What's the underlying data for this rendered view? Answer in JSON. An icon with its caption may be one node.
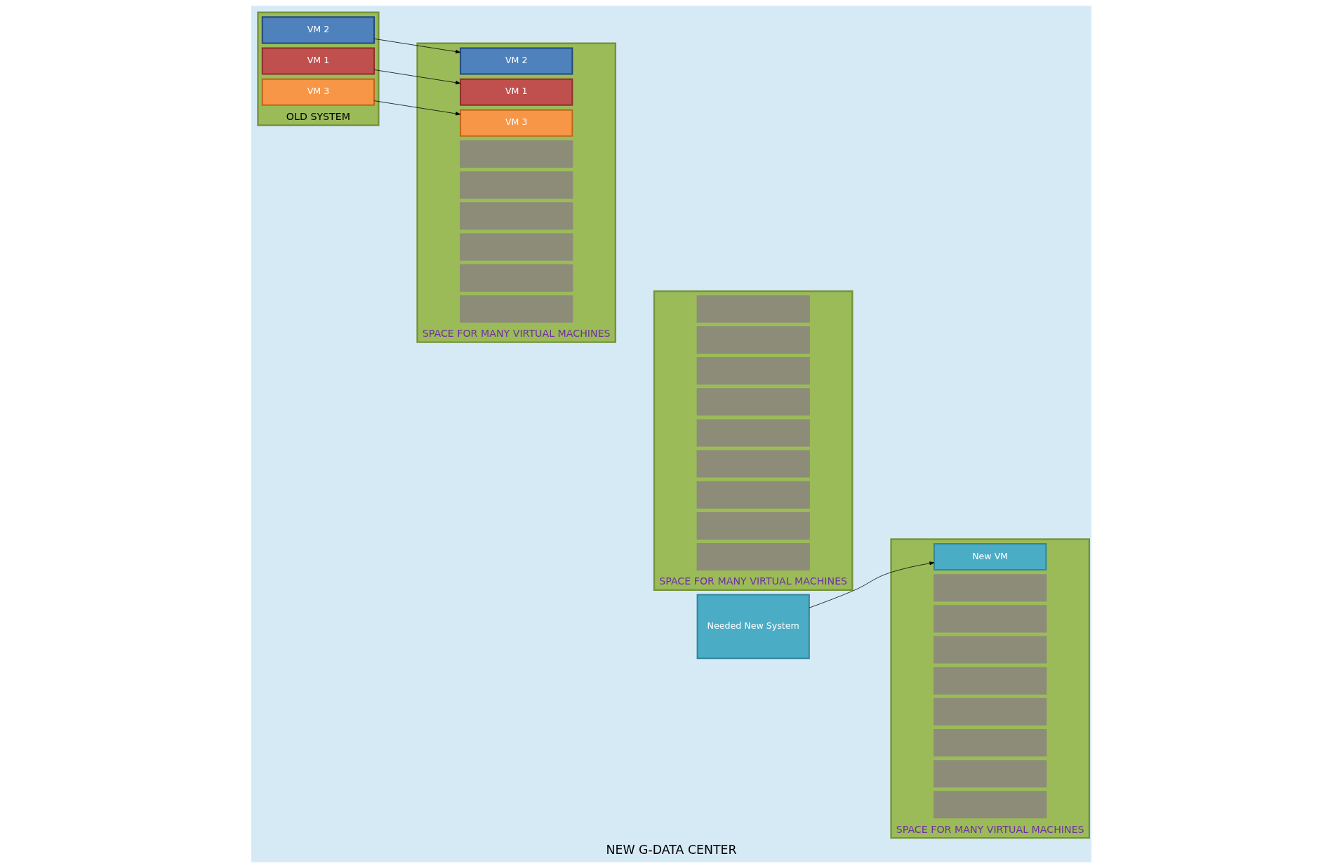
{
  "diagram": {
    "caption": "NEW G-DATA CENTER",
    "nodes": [
      {
        "text": [
          "OLD SYSTEM"
        ]
      },
      {
        "text": [
          "VM 1"
        ],
        "in": 0
      },
      {
        "text": [
          "VM 2"
        ],
        "in": 0
      },
      {
        "text": [
          "VM 3"
        ],
        "in": 0
      },
      {
        "text": [
          "Needed New System"
        ]
      },
      {
        "text": [
          "SPACE FOR MANY VIRTUAL MACHINES"
        ]
      },
      {
        "text": [
          "VM 1"
        ],
        "in": 5
      },
      {
        "text": [
          "VM 2"
        ],
        "in": 5
      },
      {
        "text": [
          "VM 3"
        ],
        "in": 5
      },
      {
        "text": [],
        "shape": "box",
        "in": 5
      },
      {
        "text": [],
        "shape": "box",
        "in": 5
      },
      {
        "text": [],
        "shape": "box",
        "in": 5
      },
      {
        "text": [],
        "shape": "box",
        "in": 5
      },
      {
        "text": [],
        "shape": "box",
        "in": 5
      },
      {
        "text": [],
        "shape": "box",
        "in": 5
      },
      {
        "text": [
          "SPACE FOR MANY VIRTUAL MACHINES"
        ]
      },
      {
        "text": [],
        "shape": "box",
        "in": 15
      },
      {
        "text": [],
        "shape": "box",
        "in": 15
      },
      {
        "text": [],
        "shape": "box",
        "in": 15
      },
      {
        "text": [],
        "shape": "box",
        "in": 15
      },
      {
        "text": [],
        "shape": "box",
        "in": 15
      },
      {
        "text": [],
        "shape": "box",
        "in": 15
      },
      {
        "text": [],
        "shape": "box",
        "in": 15
      },
      {
        "text": [],
        "shape": "box",
        "in": 15
      },
      {
        "text": [],
        "shape": "box",
        "in": 15
      },
      {
        "text": [
          "SPACE FOR MANY VIRTUAL MACHINES"
        ]
      },
      {
        "text": [
          "New VM"
        ],
        "in": 25
      },
      {
        "text": [],
        "shape": "box",
        "in": 25
      },
      {
        "text": [],
        "shape": "box",
        "in": 25
      },
      {
        "text": [],
        "shape": "box",
        "in": 25
      },
      {
        "text": [],
        "shape": "box",
        "in": 25
      },
      {
        "text": [],
        "shape": "box",
        "in": 25
      },
      {
        "text": [],
        "shape": "box",
        "in": 25
      },
      {
        "text": [],
        "shape": "box",
        "in": 25
      },
      {
        "text": [],
        "shape": "box",
        "in": 25
      }
    ],
    "edges": [
      {
        "from": 1,
        "to": 6,
        "arrow": "to"
      },
      {
        "from": 2,
        "to": 7,
        "arrow": "to"
      },
      {
        "from": 3,
        "to": 8,
        "arrow": "to"
      },
      {
        "from": 4,
        "to": 26,
        "arrow": "to"
      }
    ]
  }
}
